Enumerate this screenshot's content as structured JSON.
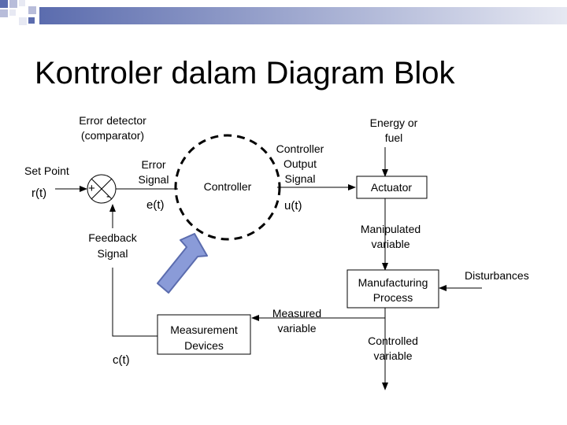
{
  "title": "Kontroler dalam Diagram Blok",
  "labels": {
    "error_detector": [
      "Error detector",
      "(comparator)"
    ],
    "set_point": "Set Point",
    "r_t": "r(t)",
    "plus": "+",
    "minus": "-",
    "error_signal": [
      "Error",
      "Signal"
    ],
    "e_t": "e(t)",
    "controller": "Controller",
    "controller_output": [
      "Controller",
      "Output",
      "Signal"
    ],
    "u_t": "u(t)",
    "energy": [
      "Energy or",
      "fuel"
    ],
    "actuator": "Actuator",
    "manipulated": [
      "Manipulated",
      "variable"
    ],
    "feedback": [
      "Feedback",
      "Signal"
    ],
    "process": [
      "Manufacturing",
      "Process"
    ],
    "disturbances": "Disturbances",
    "measured": [
      "Measured",
      "variable"
    ],
    "measurement": [
      "Measurement",
      "Devices"
    ],
    "controlled": [
      "Controlled",
      "variable"
    ],
    "c_t": "c(t)"
  },
  "colors": {
    "arrow_fill": "#8a9bd8",
    "header_bar": "#5b6cae"
  }
}
